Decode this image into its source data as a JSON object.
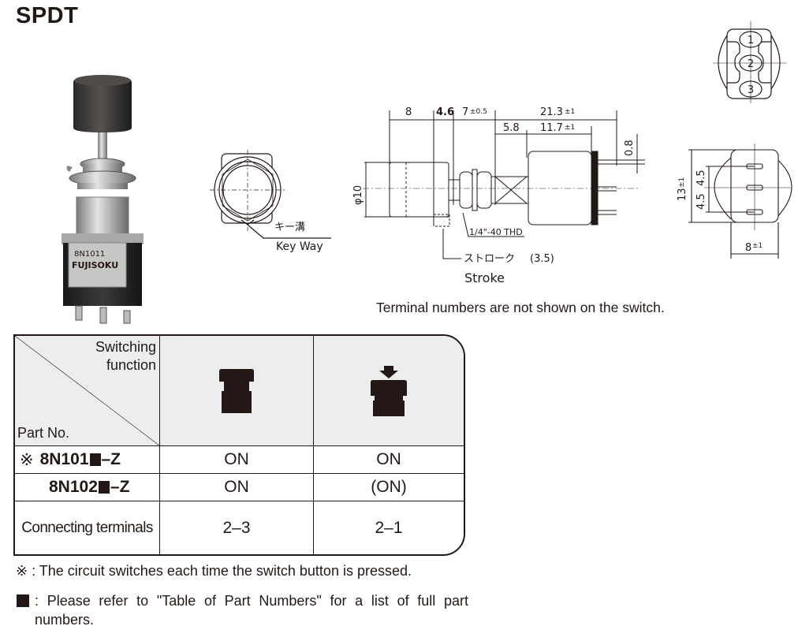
{
  "title": "SPDT",
  "photo": {
    "label_model": "8N1011",
    "label_brand": "FUJISOKU",
    "colors": {
      "cap": "#3b3a38",
      "metal": "#b8b8b6",
      "body": "#2c2a28"
    }
  },
  "drawings": {
    "front_view": {
      "label_jp": "キー溝",
      "label_en": "Key Way"
    },
    "side_view": {
      "dims": {
        "d1": "8",
        "d2": "4.6",
        "d3": "7",
        "d3_tol": "±0.5",
        "d4": "21.3",
        "d4_tol": "±1",
        "d5": "5.8",
        "d6": "11.7",
        "d6_tol": "±1",
        "d7": "0.8",
        "diameter": "φ10"
      },
      "thread": "1/4\"-40 THD",
      "stroke_jp": "ストローク",
      "stroke_val": "(3.5)",
      "stroke_en": "Stroke"
    },
    "terminal_view": {
      "terminals": [
        "1",
        "2",
        "3"
      ]
    },
    "bottom_view": {
      "height": "13",
      "height_tol": "±1",
      "pitch1": "4.5",
      "pitch2": "4.5",
      "width": "8",
      "width_tol": "±1"
    }
  },
  "terminal_note": "Terminal numbers are not shown on the switch.",
  "table": {
    "header": {
      "switching_function": "Switching function",
      "part_no": "Part No."
    },
    "columns": [
      {
        "icon": "switch-released-icon"
      },
      {
        "icon": "switch-pressed-icon"
      }
    ],
    "rows": [
      {
        "mark": "※",
        "part_prefix": "8N101",
        "part_suffix": "–Z",
        "values": [
          "ON",
          "ON"
        ]
      },
      {
        "mark": "",
        "part_prefix": "8N102",
        "part_suffix": "–Z",
        "values": [
          "ON",
          "(ON)"
        ]
      }
    ],
    "connecting": {
      "label": "Connecting terminals",
      "values": [
        "2–3",
        "2–1"
      ]
    },
    "colors": {
      "header_bg": "#eceeed",
      "ink": "#231815"
    }
  },
  "footnotes": {
    "note1_mark": "※",
    "note1_text": ": The circuit switches each time the switch button is pressed.",
    "note2_text": ": Please refer to \"Table of Part Numbers\" for a list of full part numbers."
  }
}
